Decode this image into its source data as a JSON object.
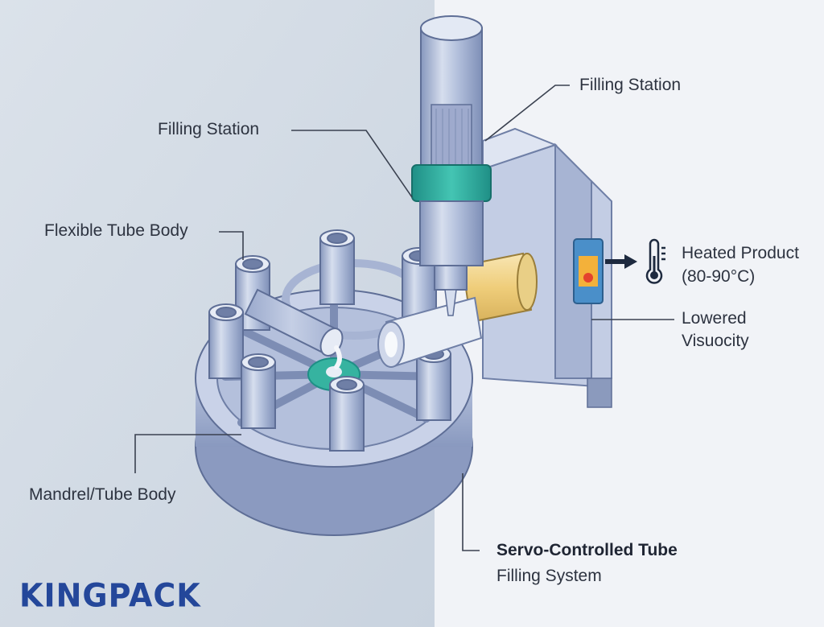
{
  "labels": {
    "filling_station_right": "Filling Station",
    "filling_station_left": "Filling Station",
    "flexible_tube_body": "Flexible Tube Body",
    "heated_product_line1": "Heated Product",
    "heated_product_line2": "(80-90°C)",
    "lowered_line1": "Lowered",
    "lowered_line2": "Visuocity",
    "mandrel_tube_body": "Mandrel/Tube Body",
    "servo_line1": "Servo-Controlled Tube",
    "servo_line2": "Filling System"
  },
  "logo": "KINGPACK",
  "colors": {
    "left_background": "#cfd8e3",
    "right_background": "#f1f3f7",
    "machine_steel": "#aab7d4",
    "accent_teal": "#2fb3a3",
    "heater_yellow": "#f2d58a",
    "brand_blue": "#24479a",
    "indicator_red": "#e4432d"
  },
  "icons": [
    "thermometer-icon",
    "arrow-right-icon"
  ]
}
